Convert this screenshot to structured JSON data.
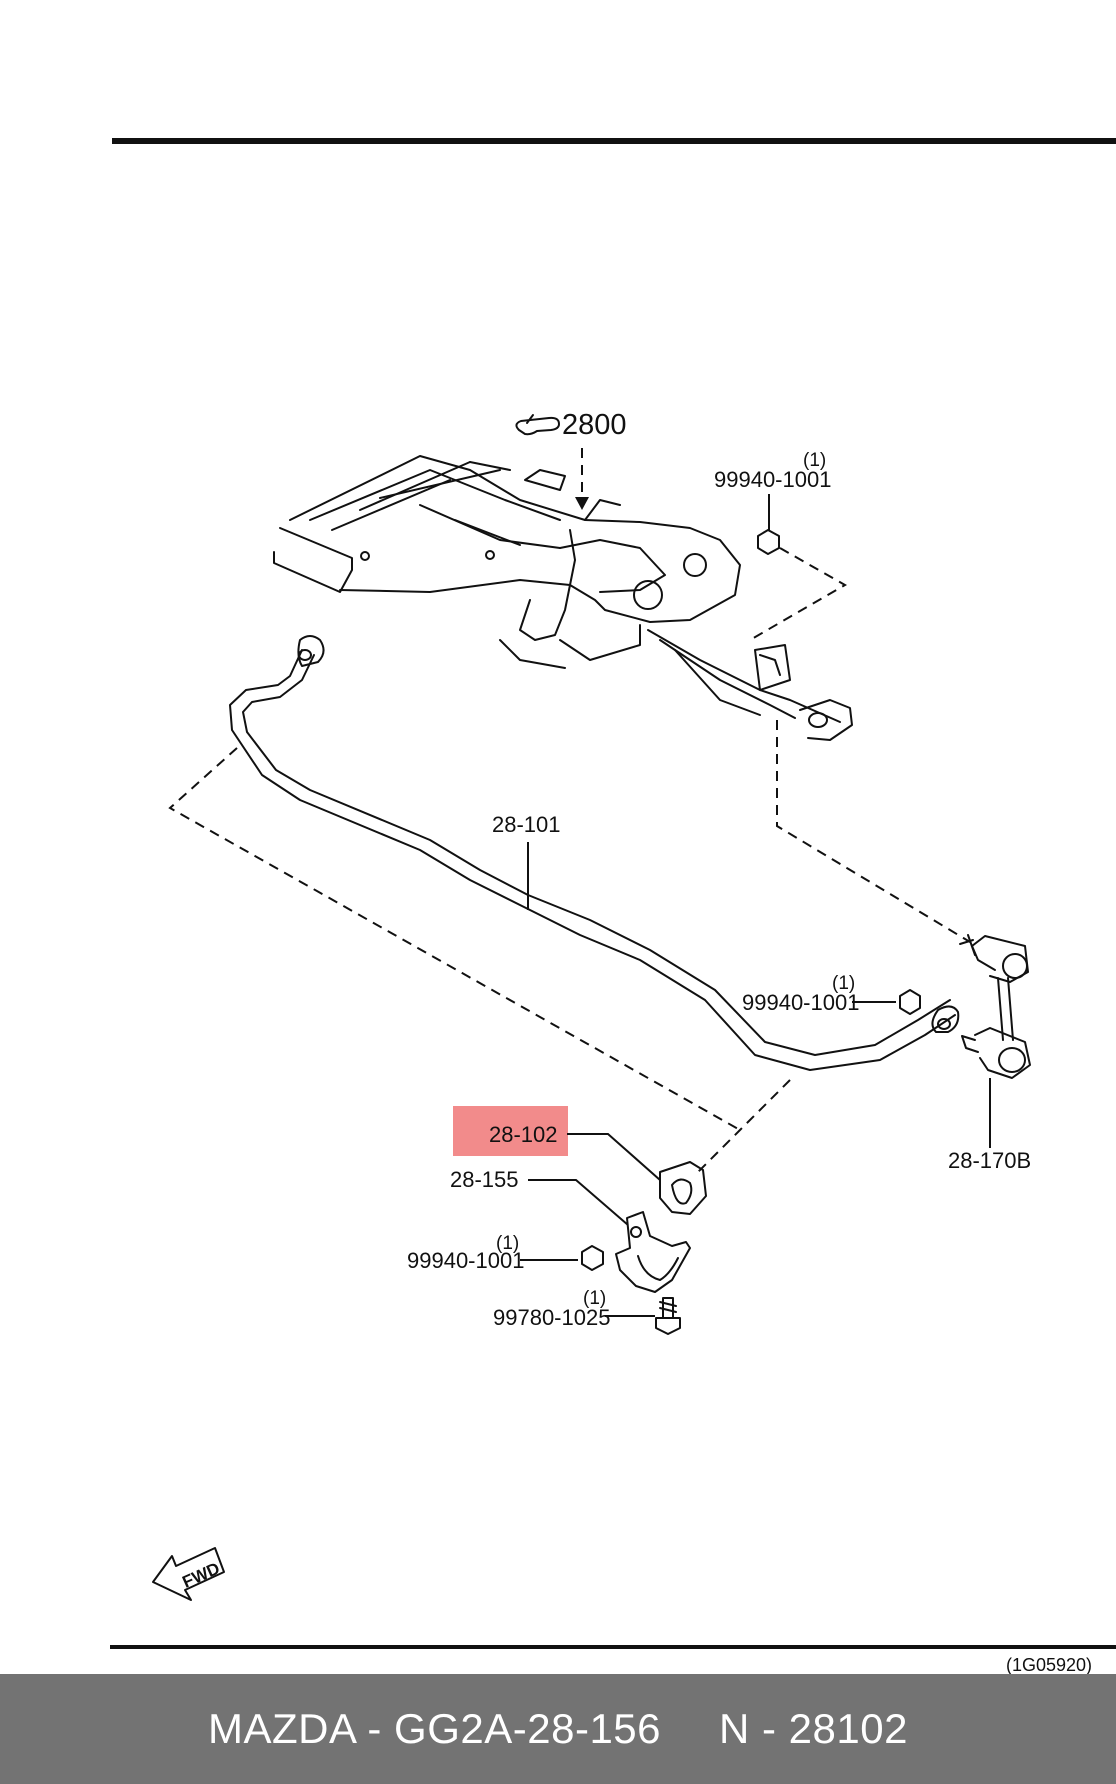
{
  "diagram": {
    "reference_label": "2800",
    "callouts": {
      "stabilizer_bar": "28-101",
      "bushing": "28-102",
      "bracket": "28-155",
      "link": "28-170B",
      "nut_top": "99940-1001",
      "nut_top_qty": "(1)",
      "nut_mid": "99940-1001",
      "nut_mid_qty": "(1)",
      "nut_bracket": "99940-1001",
      "nut_bracket_qty": "(1)",
      "bolt": "99780-1025",
      "bolt_qty": "(1)"
    },
    "highlight_color": "#f28b8b",
    "fwd_arrow_text": "FWD",
    "drawing_code": "(1G05920)"
  },
  "footer": {
    "brand_part": "MAZDA - GG2A-28-156",
    "catalog_number": "N - 28102",
    "background_color": "#737373",
    "text_color": "#ffffff"
  }
}
